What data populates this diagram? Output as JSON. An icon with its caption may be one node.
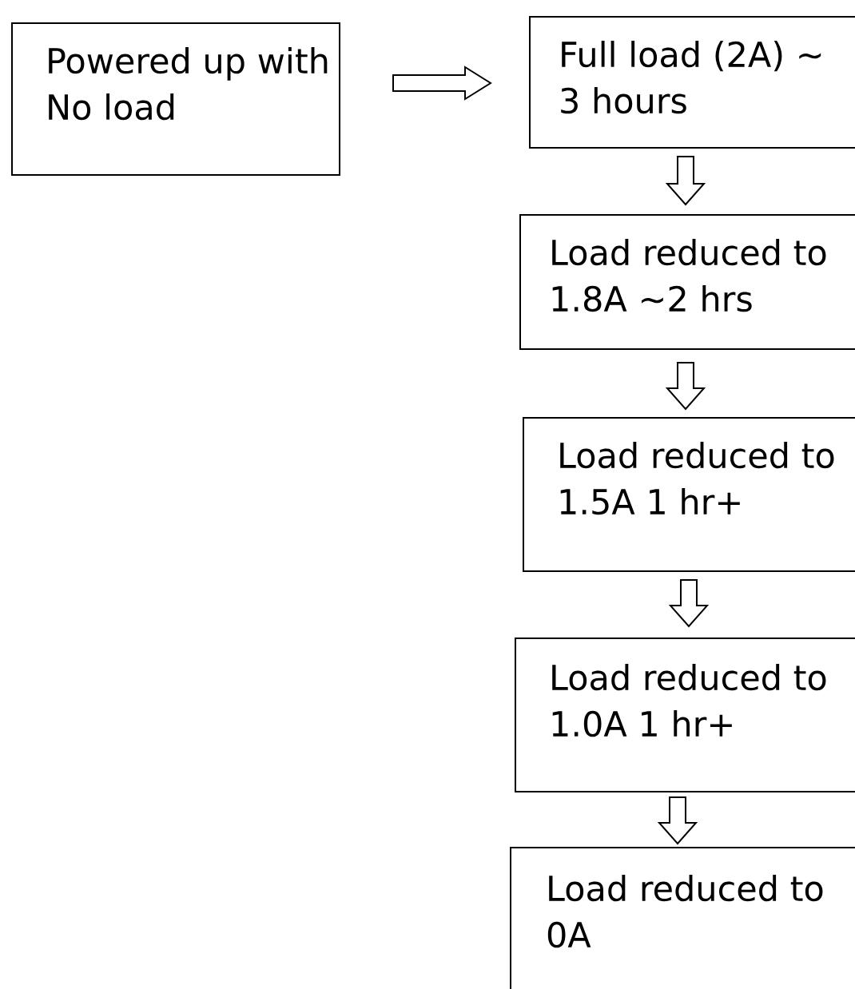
{
  "diagram": {
    "nodes": [
      {
        "text": [
          "Powered up with No load"
        ]
      },
      {
        "text": [
          "Full load (2A) ~ 3 hours"
        ]
      },
      {
        "text": [
          "Load reduced to 1.8A ~2 hrs"
        ]
      },
      {
        "text": [
          "Load reduced to 1.5A 1 hr+"
        ]
      },
      {
        "text": [
          "Load reduced to 1.0A 1 hr+"
        ]
      },
      {
        "text": [
          "Load reduced to 0A"
        ]
      }
    ],
    "edges": [
      {
        "from": 0,
        "to": 1,
        "arrow": "to"
      },
      {
        "from": 1,
        "to": 2,
        "arrow": "to"
      },
      {
        "from": 2,
        "to": 3,
        "arrow": "to"
      },
      {
        "from": 3,
        "to": 4,
        "arrow": "to"
      },
      {
        "from": 4,
        "to": 5,
        "arrow": "to"
      }
    ]
  }
}
